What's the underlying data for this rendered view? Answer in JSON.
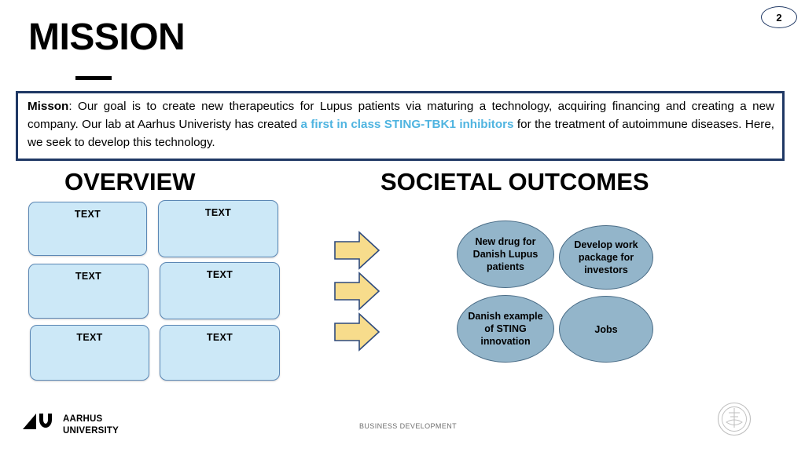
{
  "slide": {
    "page_number": "2",
    "title": "MISSION"
  },
  "mission": {
    "lead_label": "Misson",
    "part1": ": Our goal is to create new therapeutics for Lupus patients via maturing a technology, acquiring financing and creating a new company. Our lab at Aarhus Univeristy has created ",
    "highlight": "a first in class STING-TBK1 inhibitors",
    "part2": " for the treatment of autoimmune diseases. Here, we seek to develop this technology.",
    "highlight_color": "#4FB4E0",
    "border_color": "#1F3864"
  },
  "overview": {
    "heading": "OVERVIEW",
    "box_fill": "#CCE8F7",
    "box_border": "#5B87B4",
    "boxes": [
      {
        "label": "TEXT"
      },
      {
        "label": "TEXT"
      },
      {
        "label": "TEXT"
      },
      {
        "label": "TEXT"
      },
      {
        "label": "TEXT"
      },
      {
        "label": "TEXT"
      }
    ]
  },
  "arrows": {
    "fill": "#F7DC8C",
    "stroke": "#2E4A7D",
    "count": 3,
    "items": [
      {
        "name": "arrow-right-1"
      },
      {
        "name": "arrow-right-2"
      },
      {
        "name": "arrow-right-3"
      }
    ]
  },
  "societal": {
    "heading": "SOCIETAL OUTCOMES",
    "ellipse_fill": "#93B5CA",
    "ellipse_border": "#4A6C86",
    "outcomes": [
      {
        "label": "New drug for Danish Lupus patients"
      },
      {
        "label": "Develop work package for investors"
      },
      {
        "label": "Danish example of STING innovation"
      },
      {
        "label": "Jobs"
      }
    ]
  },
  "footer": {
    "university_line1": "AARHUS",
    "university_line2": "UNIVERSITY",
    "center_text": "BUSINESS DEVELOPMENT",
    "center_text_color": "#6f6f6f"
  }
}
